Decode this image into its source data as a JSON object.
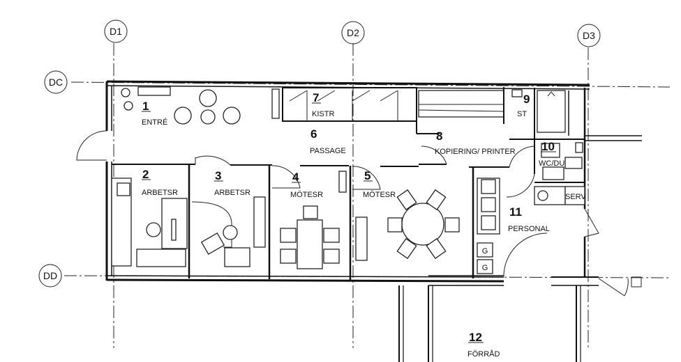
{
  "axes": {
    "d1": "D1",
    "d2": "D2",
    "d3": "D3",
    "dc": "DC",
    "dd": "DD"
  },
  "rooms": [
    {
      "num": "1",
      "name": "ENTRÉ"
    },
    {
      "num": "2",
      "name": "ARBETSR"
    },
    {
      "num": "3",
      "name": "ARBETSR"
    },
    {
      "num": "4",
      "name": "MÖTESR"
    },
    {
      "num": "5",
      "name": "MÖTESR"
    },
    {
      "num": "6",
      "name": "PASSAGE"
    },
    {
      "num": "7",
      "name": "KISTR"
    },
    {
      "num": "8",
      "name": "KOPIERING/ PRINTER"
    },
    {
      "num": "9",
      "name": "ST"
    },
    {
      "num": "10",
      "name": "WC/DU"
    },
    {
      "num": "11",
      "name": "PERSONAL"
    },
    {
      "num": "12",
      "name": "FÖRRÅD"
    }
  ],
  "fixtures": {
    "serv": "SERV",
    "g1": "G",
    "g2": "G"
  }
}
